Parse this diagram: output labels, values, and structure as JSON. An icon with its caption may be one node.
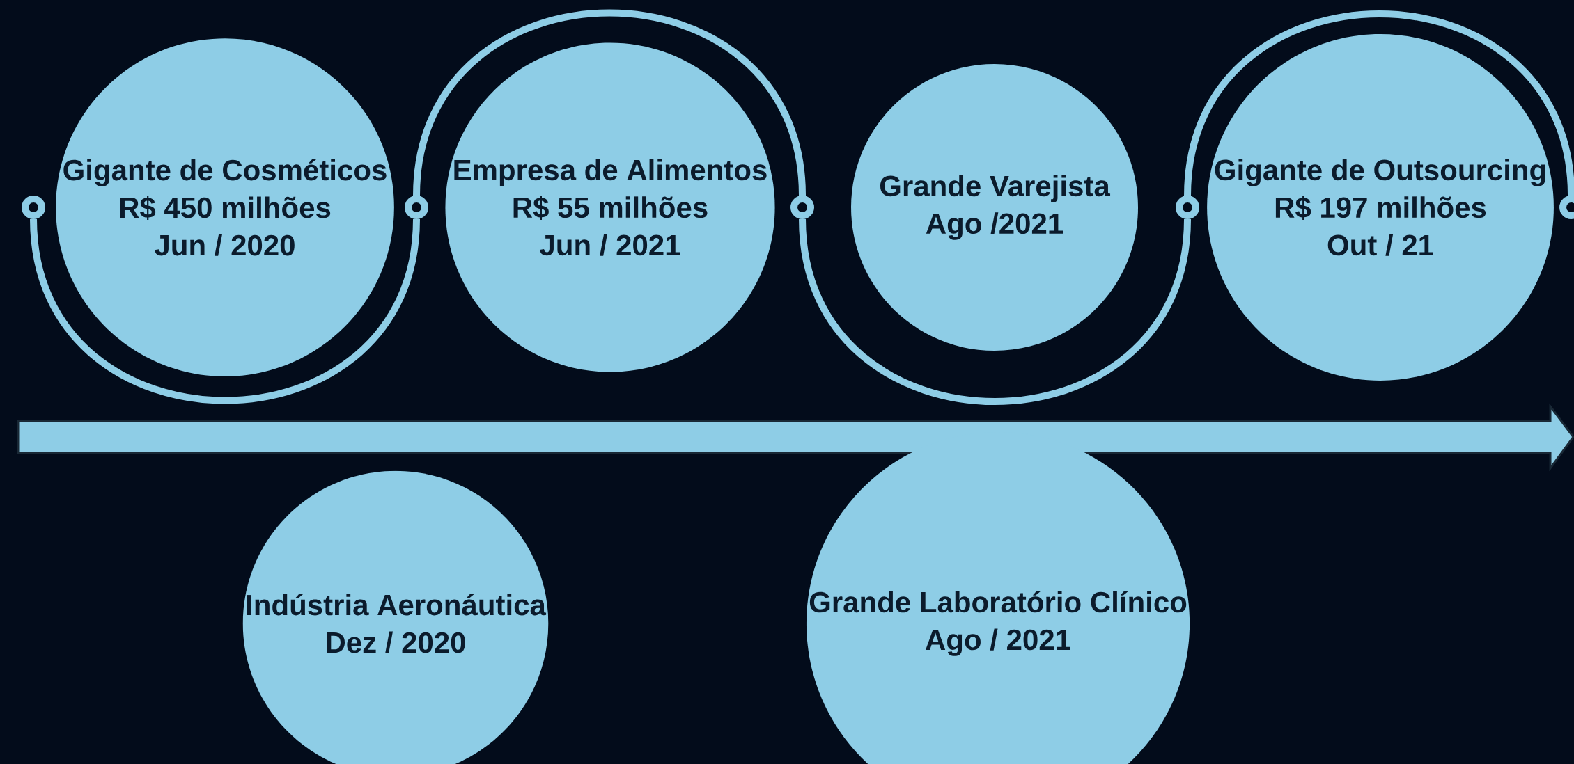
{
  "diagram": {
    "nodes": [
      {
        "text": [
          "Gigante de Cosméticos",
          "R$ 450 milhões",
          "Jun / 2020"
        ]
      },
      {
        "text": [
          "Empresa de Alimentos",
          "R$ 55 milhões",
          "Jun / 2021"
        ]
      },
      {
        "text": [
          "Grande Varejista",
          "Ago /2021"
        ]
      },
      {
        "text": [
          "Gigante de Outsourcing",
          "R$ 197 milhões",
          "Out / 21"
        ]
      },
      {
        "text": [
          "Indústria Aeronáutica",
          "Dez / 2020"
        ]
      },
      {
        "text": [
          "Grande Laboratório Clínico",
          "Ago / 2021"
        ]
      },
      {
        "text": [],
        "shape": "circle"
      },
      {
        "text": [],
        "shape": "circle"
      },
      {
        "text": [],
        "shape": "circle"
      },
      {
        "text": [],
        "shape": "circle"
      },
      {
        "text": [],
        "shape": "circle"
      }
    ],
    "edges": [
      {
        "from": 6,
        "to": 7,
        "arrow": "none"
      },
      {
        "from": 7,
        "to": 8,
        "arrow": "none"
      },
      {
        "from": 8,
        "to": 9,
        "arrow": "none"
      },
      {
        "from": 9,
        "to": 10,
        "arrow": "none"
      }
    ]
  }
}
